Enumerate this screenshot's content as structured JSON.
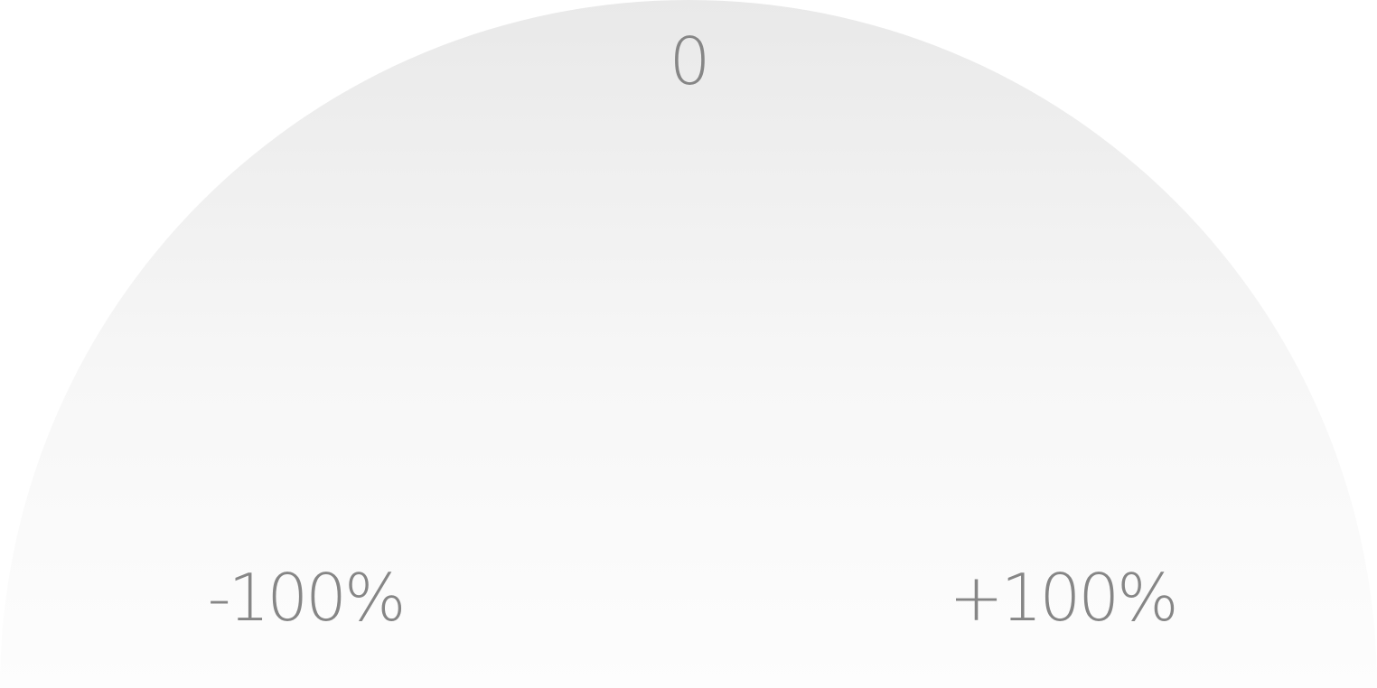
{
  "gauge": {
    "min_label": "-100%",
    "center_label": "0",
    "max_label": "+100%",
    "colors": {
      "dial_top": "#e9e9e9",
      "dial_bottom": "#fdfdfd",
      "label": "#868686",
      "background": "#ffffff"
    }
  }
}
